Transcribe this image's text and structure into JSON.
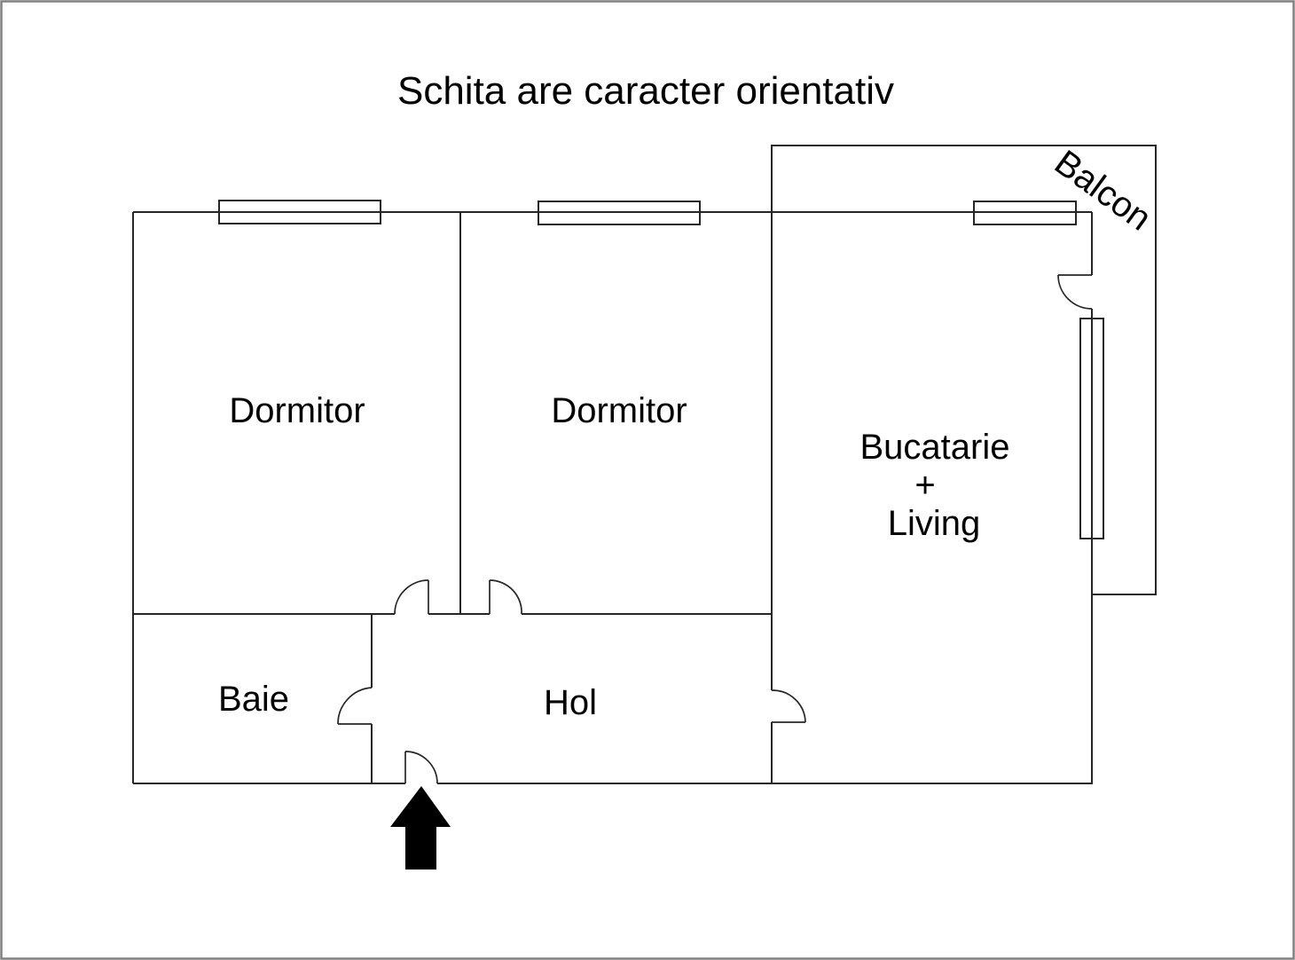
{
  "title": "Schita are caracter orientativ",
  "rooms": {
    "dormitor_1": {
      "label": "Dormitor"
    },
    "dormitor_2": {
      "label": "Dormitor"
    },
    "bucatarie_living": {
      "label_lines": [
        "Bucatarie",
        "+",
        "Living"
      ]
    },
    "baie": {
      "label": "Baie"
    },
    "hol": {
      "label": "Hol"
    },
    "balcon": {
      "label": "Balcon"
    }
  },
  "icons": {
    "entrance_arrow": "black-up-arrow-entrance-marker"
  },
  "colors": {
    "wall": "#262626",
    "text": "#000000",
    "arrow": "#000000",
    "page_border": "#808080",
    "background": "#ffffff"
  }
}
